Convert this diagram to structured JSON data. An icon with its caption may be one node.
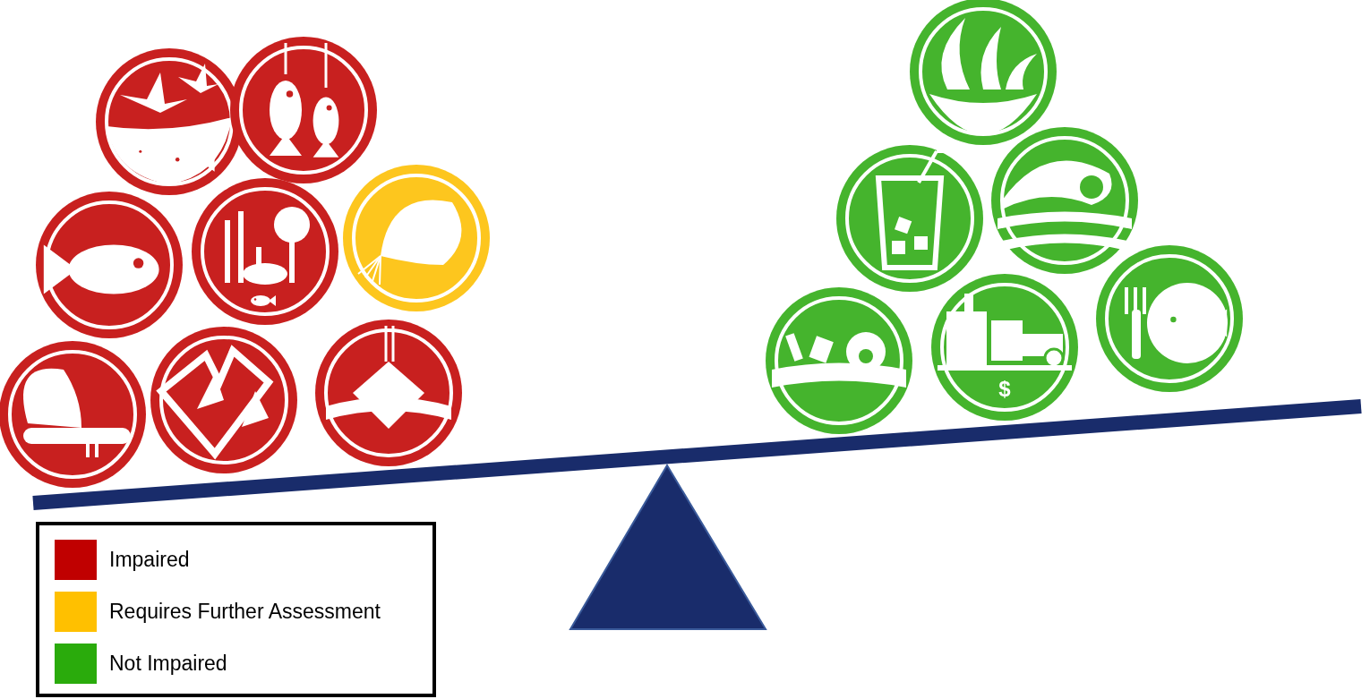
{
  "diagram": {
    "labels": [
      "$"
    ],
    "legend": [
      {
        "text": "Impaired",
        "color": "#c00000"
      },
      {
        "text": "Requires Further Assessment",
        "color": "#ffc000"
      },
      {
        "text": "Not Impaired",
        "color": "#2aab0c"
      }
    ]
  }
}
